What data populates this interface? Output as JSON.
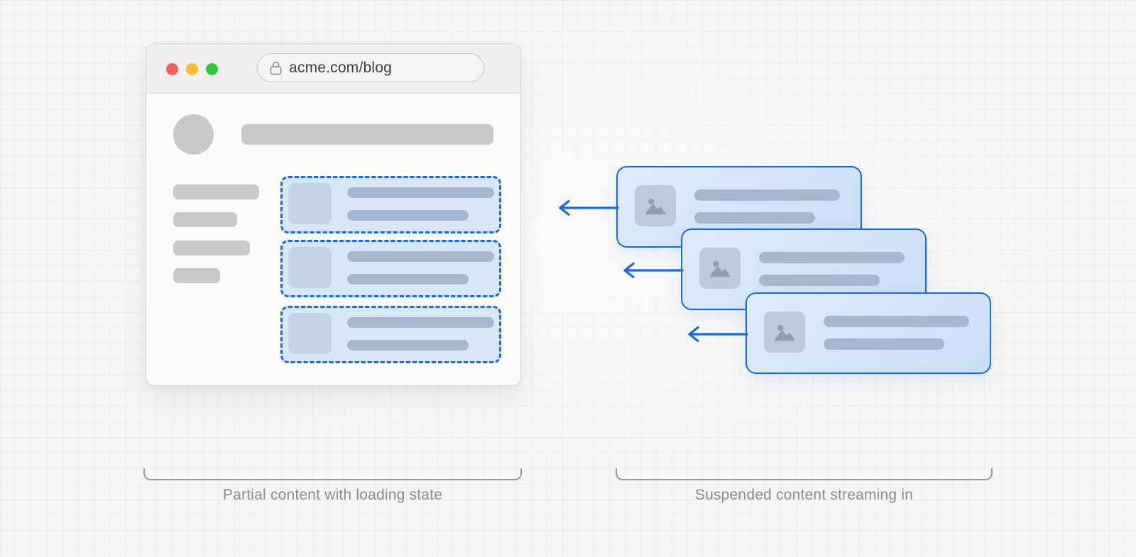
{
  "diagram": {
    "browser": {
      "url": "acme.com/blog",
      "traffic_lights": [
        {
          "name": "close",
          "color": "#f8605a"
        },
        {
          "name": "minimize",
          "color": "#fbbd2e"
        },
        {
          "name": "zoom",
          "color": "#2fc83d"
        }
      ]
    },
    "left_panel": {
      "caption": "Partial content with loading state",
      "skeleton_rows": 3,
      "sidebar_bars": 4
    },
    "right_panel": {
      "caption": "Suspended content streaming in",
      "streaming_cards": 3
    },
    "icons": {
      "url_lock": "lock-icon",
      "card_media": "image-icon",
      "stream_direction": "arrow-left-icon"
    },
    "colors": {
      "accent": "#1569e6",
      "skeleton-fill": "#d9e6f8",
      "skeleton-thumb": "#c3d2e7",
      "skeleton-bar": "#a6b8d0",
      "card-fill-start": "#e0ebfb",
      "card-fill-end": "#cadef7",
      "placeholder-fill": "#bccade",
      "placeholder-icon": "#8d9db4",
      "gray-bar": "#c9c9c9",
      "bracket": "#9b9b9b",
      "label-text": "#8a8a8a",
      "bg": "#f7f6f5",
      "grid": "#eeedec"
    }
  }
}
